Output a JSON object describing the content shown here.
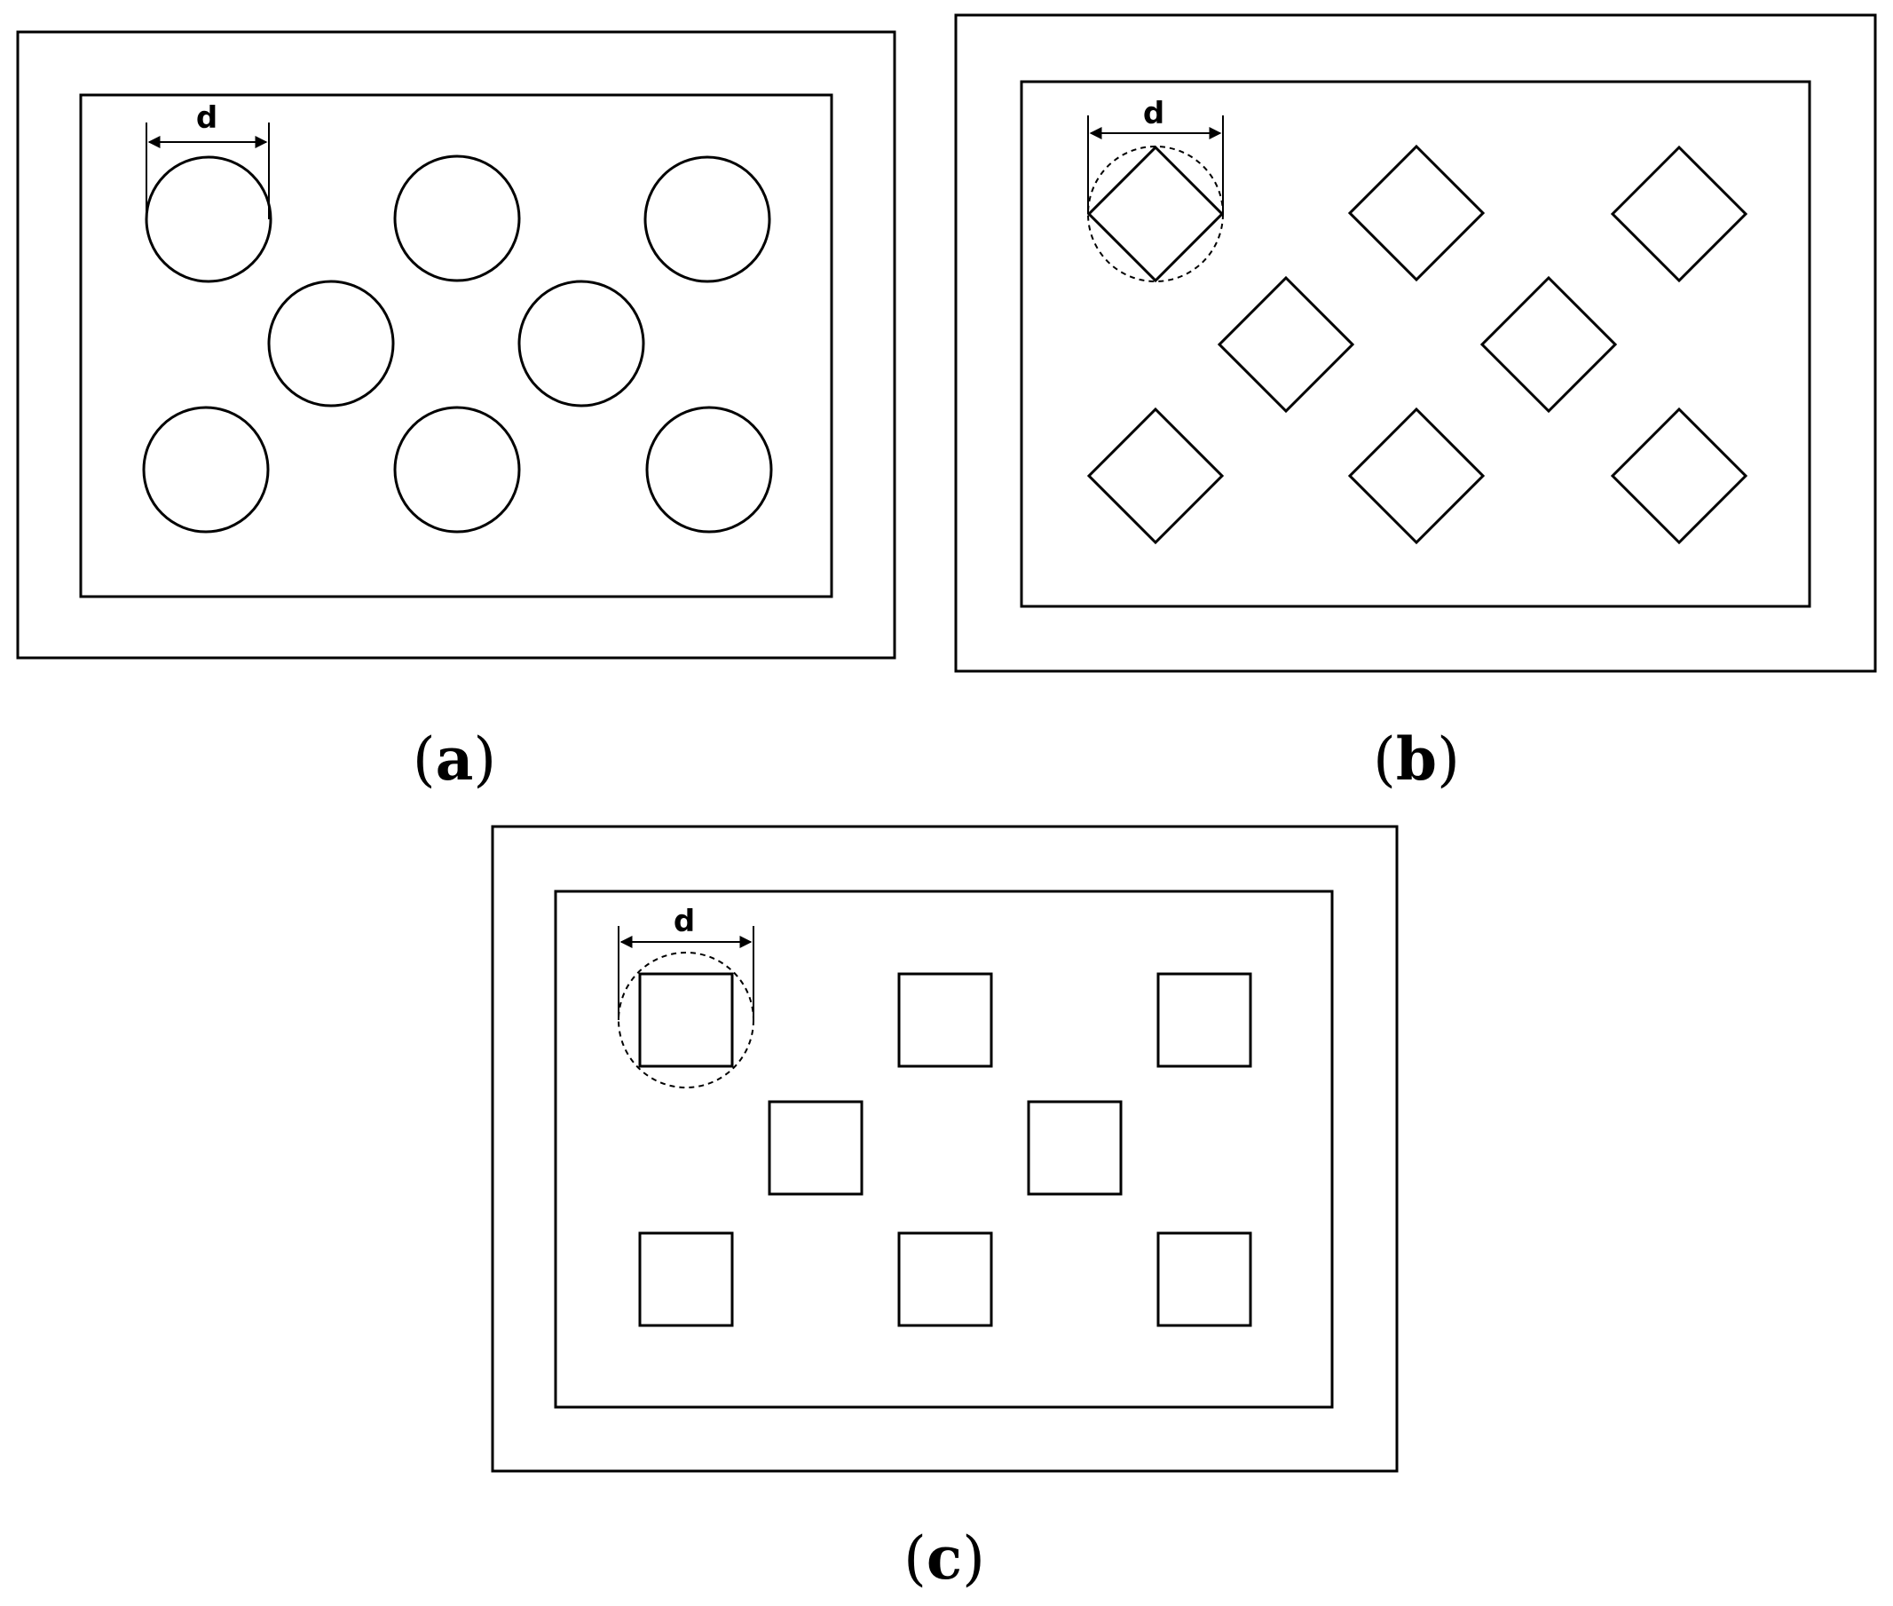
{
  "dimension_label": "d",
  "panels": [
    {
      "id": "a",
      "caption_open": "(",
      "caption_letter": "a",
      "caption_close": ")",
      "hole_shape": "circle",
      "hole_count": 8
    },
    {
      "id": "b",
      "caption_open": "(",
      "caption_letter": "b",
      "caption_close": ")",
      "hole_shape": "diamond",
      "hole_count": 8
    },
    {
      "id": "c",
      "caption_open": "(",
      "caption_letter": "c",
      "caption_close": ")",
      "hole_shape": "square",
      "hole_count": 8
    }
  ],
  "colors": {
    "stroke": "#000000",
    "background": "#ffffff"
  }
}
